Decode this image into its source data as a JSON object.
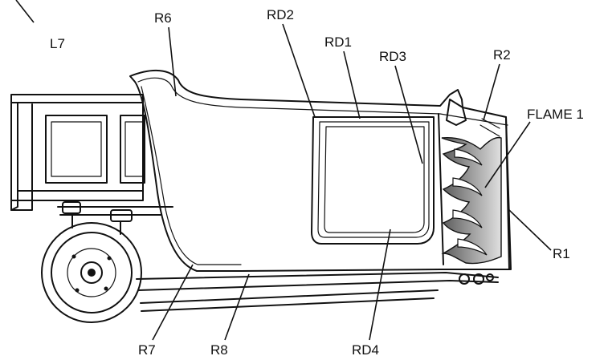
{
  "labels": {
    "l7": "L7",
    "r6": "R6",
    "rd2": "RD2",
    "rd1": "RD1",
    "rd3": "RD3",
    "r2": "R2",
    "flame1": "FLAME 1",
    "r1": "R1",
    "r7": "R7",
    "r8": "R8",
    "rd4": "RD4"
  },
  "colors": {
    "ink": "#111111",
    "flame_dark": "#5a5a5a",
    "flame_light": "#d8d8d8",
    "background": "#ffffff"
  }
}
